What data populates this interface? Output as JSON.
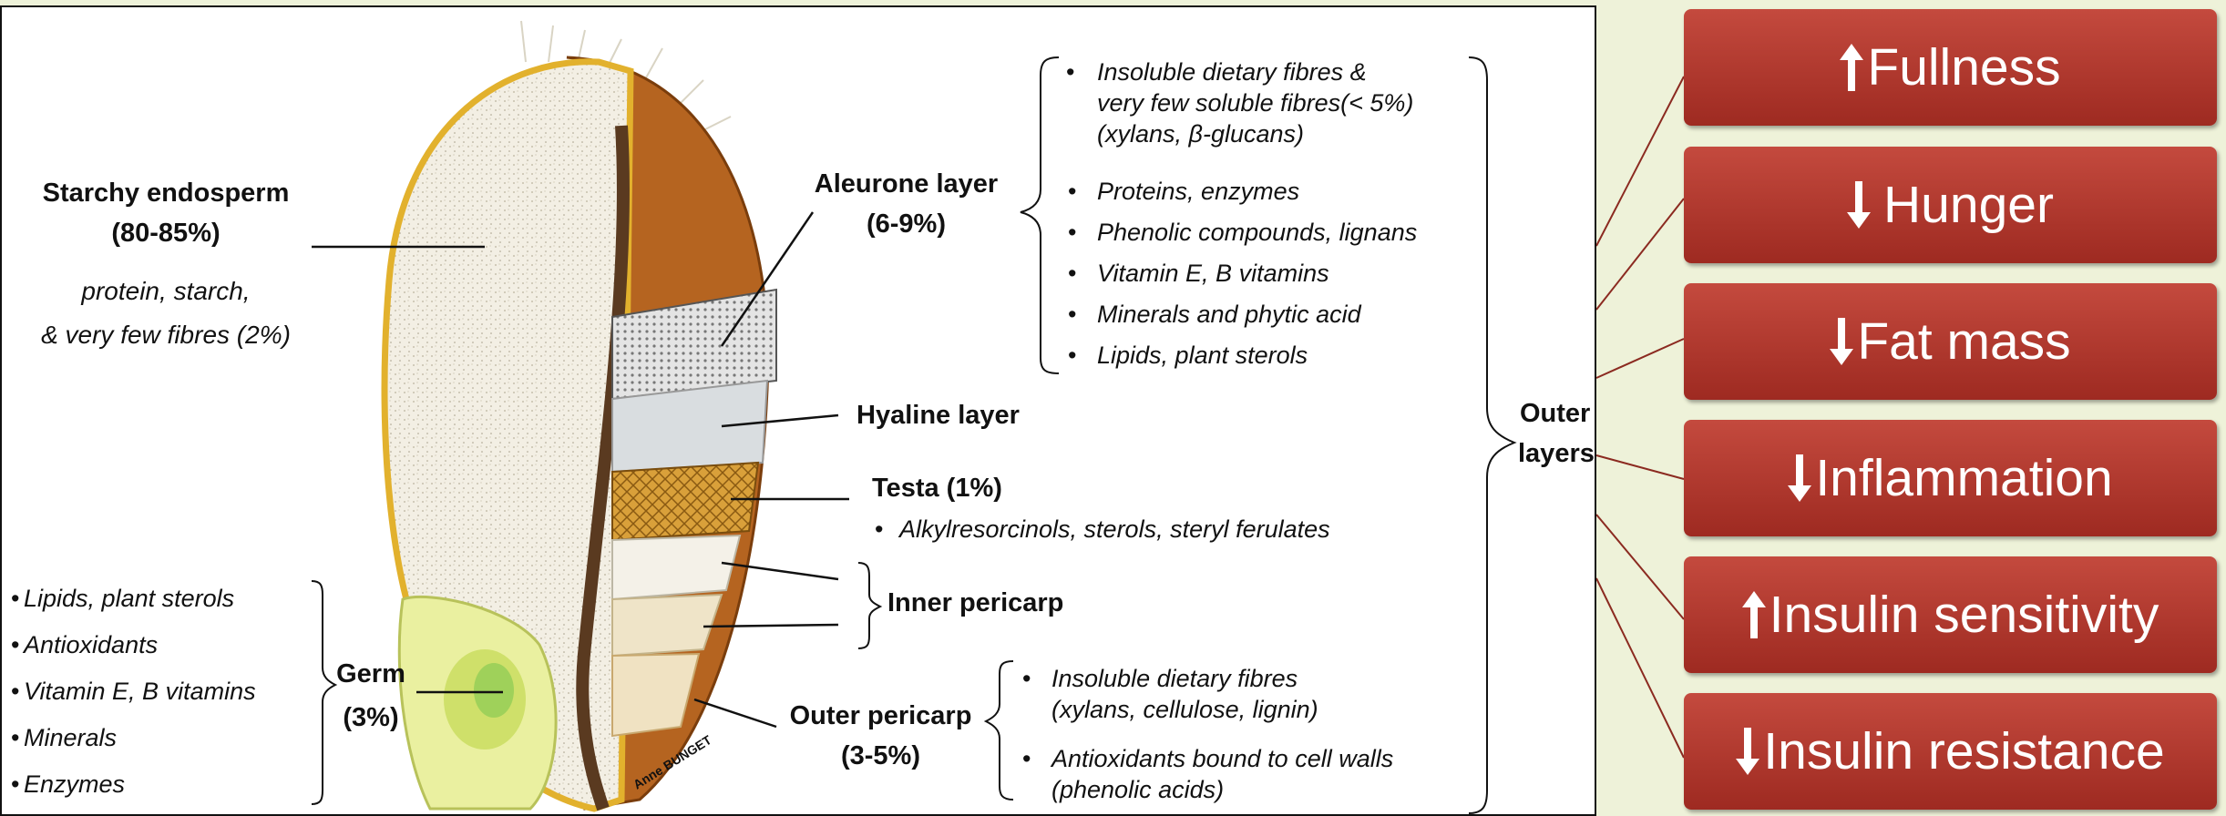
{
  "endosperm": {
    "title": "Starchy endosperm",
    "percent": "(80-85%)",
    "desc_line1": "protein, starch,",
    "desc_line2": "& very few fibres (2%)"
  },
  "aleurone": {
    "title": "Aleurone layer",
    "percent": "(6-9%)",
    "items": [
      "Insoluble dietary fibres &",
      "very few soluble fibres(< 5%)",
      "(xylans, β-glucans)",
      "Proteins, enzymes",
      "Phenolic compounds, lignans",
      "Vitamin E, B vitamins",
      "Minerals and phytic acid",
      "Lipids, plant sterols"
    ]
  },
  "hyaline": {
    "title": "Hyaline layer"
  },
  "testa": {
    "title": "Testa (1%)",
    "item": "Alkylresorcinols, sterols, steryl ferulates"
  },
  "inner_pericarp": {
    "title": "Inner pericarp"
  },
  "outer_pericarp": {
    "title": "Outer pericarp",
    "percent": "(3-5%)",
    "items": [
      "Insoluble dietary fibres",
      "(xylans, cellulose, lignin)",
      "Antioxidants bound to cell walls",
      "(phenolic acids)"
    ]
  },
  "germ": {
    "title": "Germ",
    "percent": "(3%)",
    "items": [
      "Lipids, plant sterols",
      "Antioxidants",
      "Vitamin E, B vitamins",
      "Minerals",
      "Enzymes"
    ]
  },
  "outer_layers": {
    "line1": "Outer",
    "line2": "layers"
  },
  "signature": "Anne BUNGET",
  "effects": [
    {
      "label": "Fullness",
      "direction": "up"
    },
    {
      "label": "Hunger",
      "direction": "down"
    },
    {
      "label": "Fat mass",
      "direction": "down"
    },
    {
      "label": "Inflammation",
      "direction": "down"
    },
    {
      "label": "Insulin sensitivity",
      "direction": "up"
    },
    {
      "label": "Insulin resistance",
      "direction": "down"
    }
  ],
  "colors": {
    "background": "#eef2d9",
    "effect_box": "#b33a2f",
    "connector": "#8b2a20"
  }
}
